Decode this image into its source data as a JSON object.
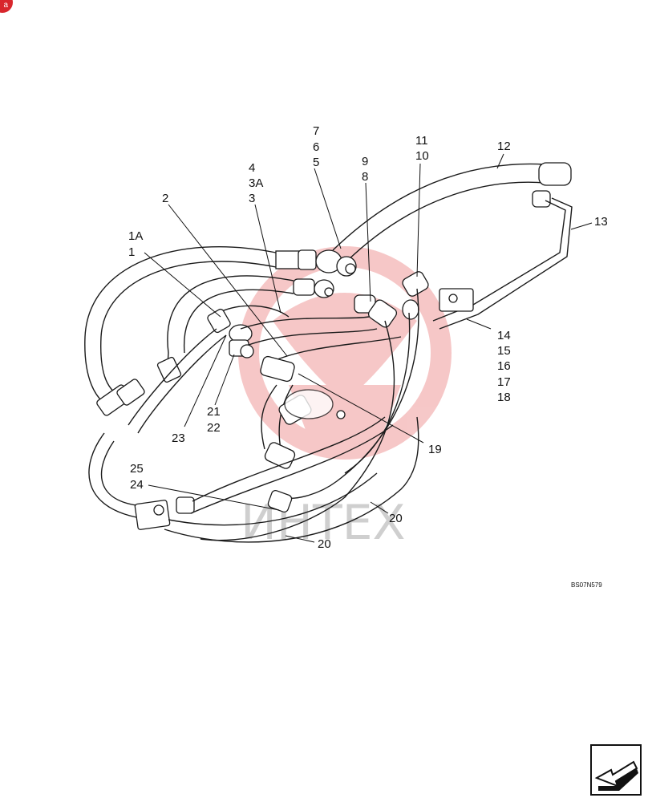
{
  "badge": {
    "label": "a",
    "color": "#d8262c"
  },
  "watermark": {
    "text": "ИНТЕХ",
    "color": "#e03a3a"
  },
  "drawing_number": "BS07N579",
  "callouts": {
    "c7": "7",
    "c6": "6",
    "c5": "5",
    "c9": "9",
    "c8": "8",
    "c11": "11",
    "c10": "10",
    "c12": "12",
    "c13": "13",
    "c4": "4",
    "c3A": "3A",
    "c3": "3",
    "c2": "2",
    "c1A": "1A",
    "c1": "1",
    "c14": "14",
    "c15": "15",
    "c16": "16",
    "c17": "17",
    "c18": "18",
    "c19": "19",
    "c21": "21",
    "c22": "22",
    "c23": "23",
    "c25": "25",
    "c24": "24",
    "c20a": "20",
    "c20b": "20"
  },
  "nav": {
    "icon": "arrow-down-left-icon"
  }
}
